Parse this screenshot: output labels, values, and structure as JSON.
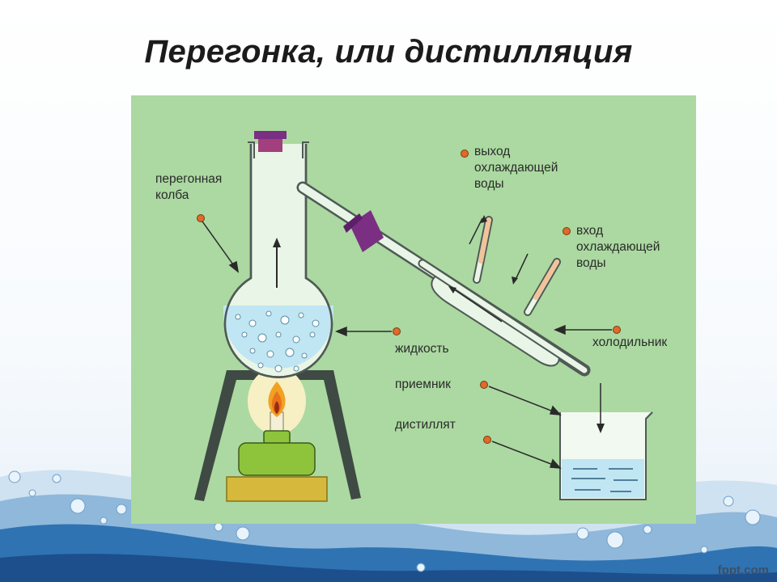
{
  "slide": {
    "title": "Перегонка, или дистилляция",
    "watermark": "fppt.com"
  },
  "diagram": {
    "labels": {
      "flask": "перегонная\nколба",
      "coolant_out": "выход\nохлаждающей\nводы",
      "coolant_in": "вход\nохлаждающей\nводы",
      "liquid": "жидкость",
      "condenser": "холодильник",
      "receiver": "приемник",
      "distillate": "дистиллят"
    }
  },
  "colors": {
    "panel": "#abd9a1",
    "liquid": "#bfe6f2",
    "stopper": "#7a2f82",
    "flame": "#e8731a",
    "burner": "#8dc43c",
    "base": "#d6b83c"
  }
}
